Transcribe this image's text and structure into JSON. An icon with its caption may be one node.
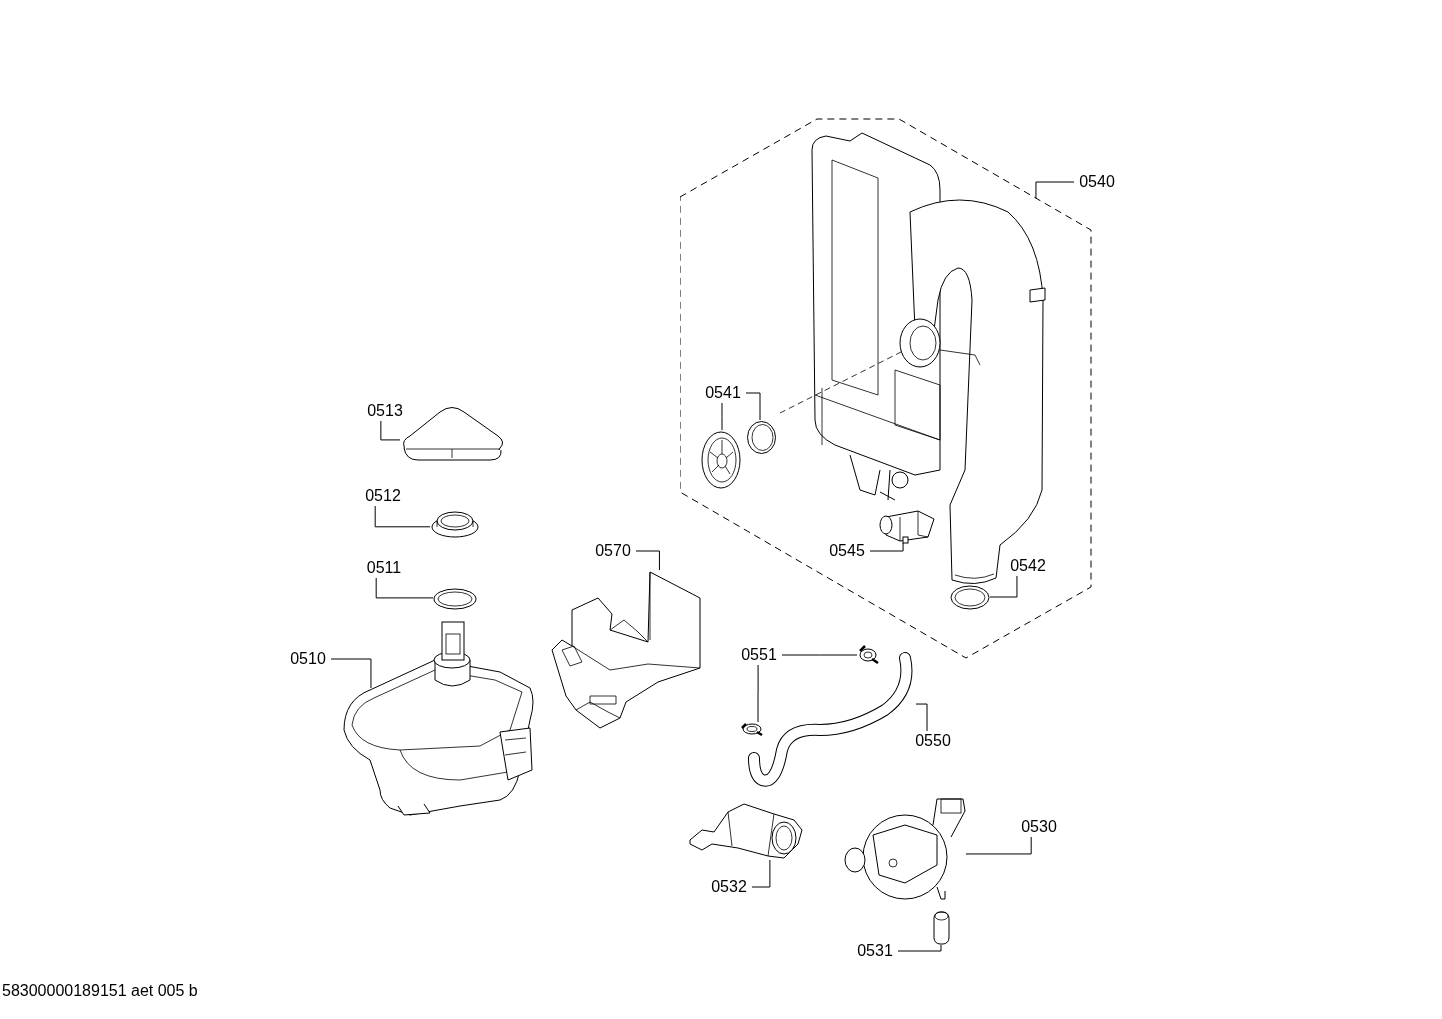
{
  "diagram": {
    "nodes": [
      {
        "text": [],
        "shape": "hexagon"
      },
      {
        "text": [
          "0540"
        ]
      },
      {
        "text": [
          "0541"
        ],
        "in": 0
      },
      {
        "text": [],
        "shape": "picture",
        "in": 0
      },
      {
        "text": [],
        "shape": "picture",
        "in": 0
      },
      {
        "text": [
          "0545"
        ],
        "in": 0
      },
      {
        "text": [],
        "shape": "picture",
        "in": 0
      },
      {
        "text": [
          "0542"
        ],
        "in": 0
      },
      {
        "text": [],
        "shape": "picture",
        "in": 0
      },
      {
        "text": [
          "0513"
        ]
      },
      {
        "text": [],
        "shape": "picture"
      },
      {
        "text": [
          "0512"
        ]
      },
      {
        "text": [],
        "shape": "picture"
      },
      {
        "text": [
          "0511"
        ]
      },
      {
        "text": [],
        "shape": "picture"
      },
      {
        "text": [
          "0510"
        ]
      },
      {
        "text": [],
        "shape": "picture"
      },
      {
        "text": [
          "0570"
        ]
      },
      {
        "text": [],
        "shape": "picture"
      },
      {
        "text": [
          "0551"
        ]
      },
      {
        "text": [],
        "shape": "picture"
      },
      {
        "text": [],
        "shape": "picture"
      },
      {
        "text": [
          "0550"
        ]
      },
      {
        "text": [],
        "shape": "picture"
      },
      {
        "text": [
          "0530"
        ]
      },
      {
        "text": [],
        "shape": "picture"
      },
      {
        "text": [
          "0532"
        ]
      },
      {
        "text": [],
        "shape": "picture"
      },
      {
        "text": [
          "0531"
        ]
      },
      {
        "text": [],
        "shape": "picture"
      }
    ],
    "edges": [
      {
        "from": 1,
        "to": 0,
        "arrow": "none"
      },
      {
        "from": 2,
        "to": 3,
        "arrow": "none"
      },
      {
        "from": 2,
        "to": 4,
        "arrow": "none"
      },
      {
        "from": 5,
        "to": 6,
        "arrow": "none"
      },
      {
        "from": 7,
        "to": 8,
        "arrow": "none"
      },
      {
        "from": 9,
        "to": 10,
        "arrow": "none"
      },
      {
        "from": 11,
        "to": 12,
        "arrow": "none"
      },
      {
        "from": 13,
        "to": 14,
        "arrow": "none"
      },
      {
        "from": 15,
        "to": 16,
        "arrow": "none"
      },
      {
        "from": 17,
        "to": 18,
        "arrow": "none"
      },
      {
        "from": 19,
        "to": 20,
        "arrow": "none"
      },
      {
        "from": 19,
        "to": 21,
        "arrow": "none"
      },
      {
        "from": 22,
        "to": 23,
        "arrow": "none"
      },
      {
        "from": 24,
        "to": 25,
        "arrow": "none"
      },
      {
        "from": 26,
        "to": 27,
        "arrow": "none"
      },
      {
        "from": 28,
        "to": 29,
        "arrow": "none"
      }
    ],
    "labels": [
      "58300000189151 aet 005 b"
    ]
  }
}
